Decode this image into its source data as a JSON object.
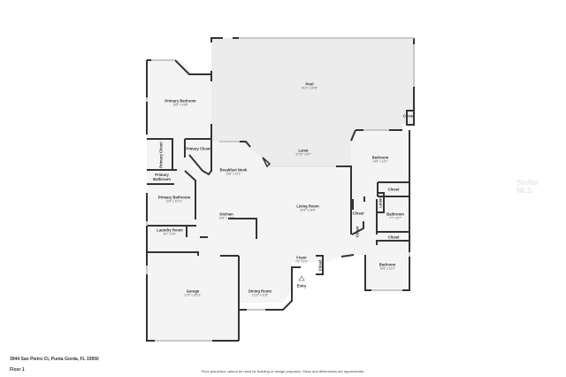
{
  "property": {
    "address": "3944 San Pietro Ct, Punta Gorda, FL 33950",
    "floor": "Floor 1"
  },
  "disclaimer": "Floor plans/tour cannot be used for building or design purposes. Sizes and dimensions are approximate.",
  "watermark": "Stellar MLS",
  "entry_label": "Entry",
  "rooms": {
    "pool": {
      "name": "Pool",
      "dims": "51'2\" x 20'8\""
    },
    "lanai": {
      "name": "Lanai",
      "dims": "27'10\" x 6'7\""
    },
    "primary_bedroom": {
      "name": "Primary Bedroom",
      "dims": "15'0\" x 19'8\""
    },
    "primary_closet": {
      "name": "Primary Closet"
    },
    "primary_closet_2": {
      "name": "Primary Closet"
    },
    "primary_bathroom_small": {
      "name": "Primary Bathroom"
    },
    "primary_bathroom": {
      "name": "Primary Bathroom",
      "dims": "11'6\" x 10'11\""
    },
    "breakfast_nook": {
      "name": "Breakfast Nook",
      "dims": "13'6\" x 10'1\""
    },
    "kitchen": {
      "name": "Kitchen",
      "dims": "14'8\" x 11'0\""
    },
    "laundry_room": {
      "name": "Laundry Room",
      "dims": "8'7\" x 5'9\""
    },
    "living_room": {
      "name": "Living Room",
      "dims": "20'3\" x 18'6\""
    },
    "bedroom_1": {
      "name": "Bedroom",
      "dims": "14'0\" x 13'1\""
    },
    "closet_pool": {
      "name": "Closet"
    },
    "closet_bed1": {
      "name": "Closet"
    },
    "linen": {
      "name": "Linen"
    },
    "bathroom": {
      "name": "Bathroom",
      "dims": "7'7\" x 6'7\""
    },
    "closet_hall": {
      "name": "Closet"
    },
    "closet_small": {
      "name": "Closet"
    },
    "closet_bed2": {
      "name": "Closet"
    },
    "bedroom_2": {
      "name": "Bedroom",
      "dims": "10'9\" x 12'0\""
    },
    "foyer": {
      "name": "Foyer",
      "dims": "7'6\" x 6'3\""
    },
    "closet_foyer": {
      "name": "Closet"
    },
    "dining_room": {
      "name": "Dining Room",
      "dims": "11'11\" x 11'8\""
    },
    "garage": {
      "name": "Garage",
      "dims": "21'9\" x 20'11\""
    }
  },
  "colors": {
    "wall": "#333333",
    "floor_fill": "#f4f4f4",
    "outdoor_fill": "#ececec",
    "window": "#c8c8c8"
  }
}
